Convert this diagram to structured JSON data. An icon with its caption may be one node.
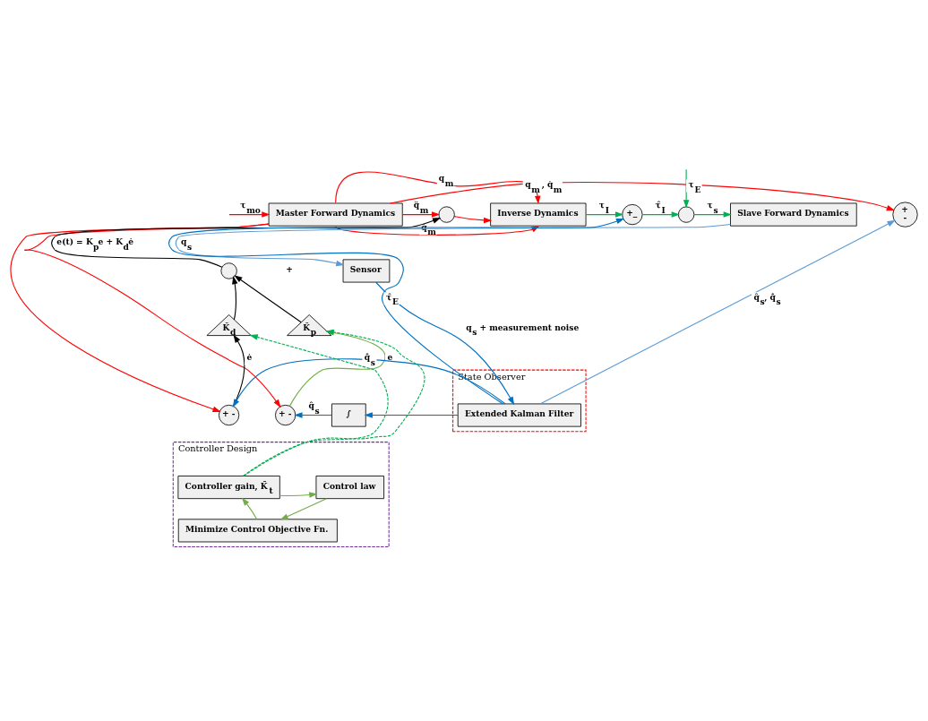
{
  "diagram": {
    "nodes": [
      {
        "text": [
          "Master Forward Dynamics"
        ]
      },
      {
        "text": [
          "Inverse Dynamics"
        ]
      },
      {
        "text": [],
        "shape": "circle"
      },
      {
        "text": [],
        "shape": "circle"
      },
      {
        "text": [
          "K̂$_{d}$"
        ]
      },
      {
        "text": [
          "K̂$_{p}$"
        ]
      },
      {
        "text": [
          "+ -"
        ]
      },
      {
        "text": [
          "+ -"
        ]
      },
      {
        "text": [
          "+_"
        ]
      },
      {
        "text": [],
        "shape": "circle"
      },
      {
        "text": [
          "Slave Forward Dynamics"
        ]
      },
      {
        "text": [
          "Sensor"
        ]
      },
      {
        "text": [
          "State Observer"
        ]
      },
      {
        "text": [
          "Extended Kalman Filter"
        ],
        "in": 12
      },
      {
        "text": [
          "∫"
        ]
      },
      {
        "text": [
          "+",
          "-"
        ]
      },
      {
        "text": [
          "Controller Design"
        ]
      },
      {
        "text": [
          "Controller gain, K̃$_{t}$"
        ],
        "in": 16
      },
      {
        "text": [
          "Control law"
        ],
        "in": 16
      },
      {
        "text": [
          "Minimize Control Objective Fn."
        ],
        "in": 16
      }
    ],
    "edges": [
      {
        "from": null,
        "to": 0,
        "arrow": "to",
        "label": "τ$_{mo}$",
        "color": "#ff0000"
      },
      {
        "from": 0,
        "to": 1,
        "arrow": "to",
        "label": "q$_{m}$",
        "color": "#ff0000"
      },
      {
        "from": 0,
        "to": 1,
        "arrow": "to",
        "label": "q̇$_{m}$",
        "color": "#ff0000"
      },
      {
        "from": 0,
        "to": 2,
        "arrow": "to",
        "label": "q̈$_{m}$",
        "color": "#ff0000"
      },
      {
        "from": 2,
        "to": 1,
        "arrow": "to",
        "color": "#ff0000"
      },
      {
        "from": 0,
        "to": 15,
        "arrow": "to",
        "label": "q$_{m}$ , q̇$_{m}$",
        "color": "#ff0000"
      },
      {
        "from": 0,
        "to": 6,
        "arrow": "to",
        "color": "#ff0000"
      },
      {
        "from": 0,
        "to": 7,
        "arrow": "to",
        "color": "#ff0000"
      },
      {
        "from": 3,
        "to": 2,
        "arrow": "to",
        "label": "e(t) = K$_{p}$e + K$_{d}$ė",
        "color": "#000000"
      },
      {
        "from": 4,
        "to": 3,
        "arrow": "to",
        "color": "#000000"
      },
      {
        "from": 5,
        "to": 3,
        "arrow": "to",
        "color": "#000000"
      },
      {
        "from": 6,
        "to": 4,
        "arrow": "to",
        "label": "ė",
        "color": "#000000"
      },
      {
        "from": 7,
        "to": 5,
        "arrow": "to",
        "label": "e",
        "color": "#70ad47"
      },
      {
        "from": 13,
        "to": 6,
        "arrow": "to",
        "label": "q̂̇$_{s}$",
        "color": "#0070c0"
      },
      {
        "from": 14,
        "to": 7,
        "arrow": "to",
        "label": "q̂$_{s}$",
        "color": "#0070c0"
      },
      {
        "from": 13,
        "to": 14,
        "arrow": "to",
        "color": "#0070c0"
      },
      {
        "from": 1,
        "to": 8,
        "arrow": "to",
        "label": "τ$_{I}$",
        "color": "#00b050"
      },
      {
        "from": 8,
        "to": 9,
        "arrow": "to",
        "label": "τ̂$_{I}$",
        "color": "#00b050"
      },
      {
        "from": 9,
        "to": 10,
        "arrow": "to",
        "label": "τ$_{s}$",
        "color": "#00b050"
      },
      {
        "from": null,
        "to": 9,
        "arrow": "to",
        "label": "τ$_{E}$",
        "color": "#00b050"
      },
      {
        "from": 10,
        "to": 11,
        "arrow": "to",
        "label": "q$_{s}$",
        "color": "#5b9bd5"
      },
      {
        "from": 11,
        "to": 13,
        "arrow": "to",
        "label": "q$_{s}$ + measurement noise",
        "color": "#0070c0"
      },
      {
        "from": 13,
        "to": 8,
        "arrow": "to",
        "label": "τ̂$_{E}$",
        "color": "#0070c0"
      },
      {
        "from": 13,
        "to": 15,
        "arrow": "to",
        "label": "q̂$_{s}$, q̂̇$_{s}$",
        "color": "#5b9bd5"
      },
      {
        "from": 17,
        "to": 4,
        "arrow": "to",
        "style": "dashed",
        "color": "#00b050"
      },
      {
        "from": 17,
        "to": 5,
        "arrow": "to",
        "style": "dashed",
        "color": "#00b050"
      },
      {
        "from": 17,
        "to": 18,
        "arrow": "to",
        "color": "#70ad47"
      },
      {
        "from": 18,
        "to": 19,
        "arrow": "to",
        "color": "#70ad47"
      },
      {
        "from": 19,
        "to": 17,
        "arrow": "to",
        "color": "#70ad47"
      }
    ],
    "labels": [
      "+"
    ]
  }
}
